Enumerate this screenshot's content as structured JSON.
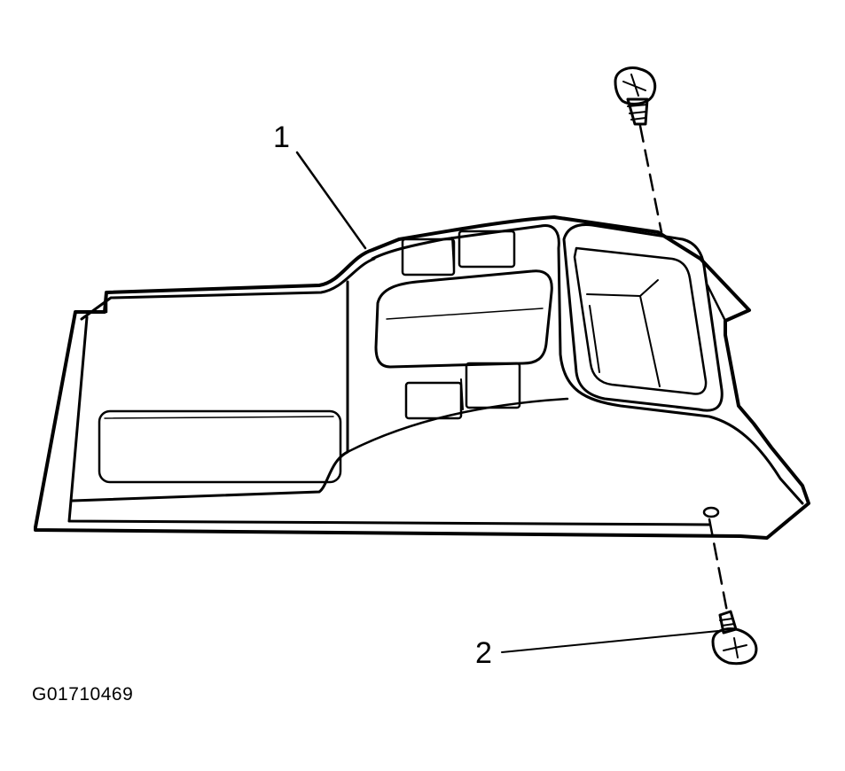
{
  "diagram": {
    "callouts": [
      {
        "number": "1",
        "target": "console-trim-panel"
      },
      {
        "number": "2",
        "target": "lower-screw"
      }
    ],
    "figure_id": "G01710469"
  }
}
